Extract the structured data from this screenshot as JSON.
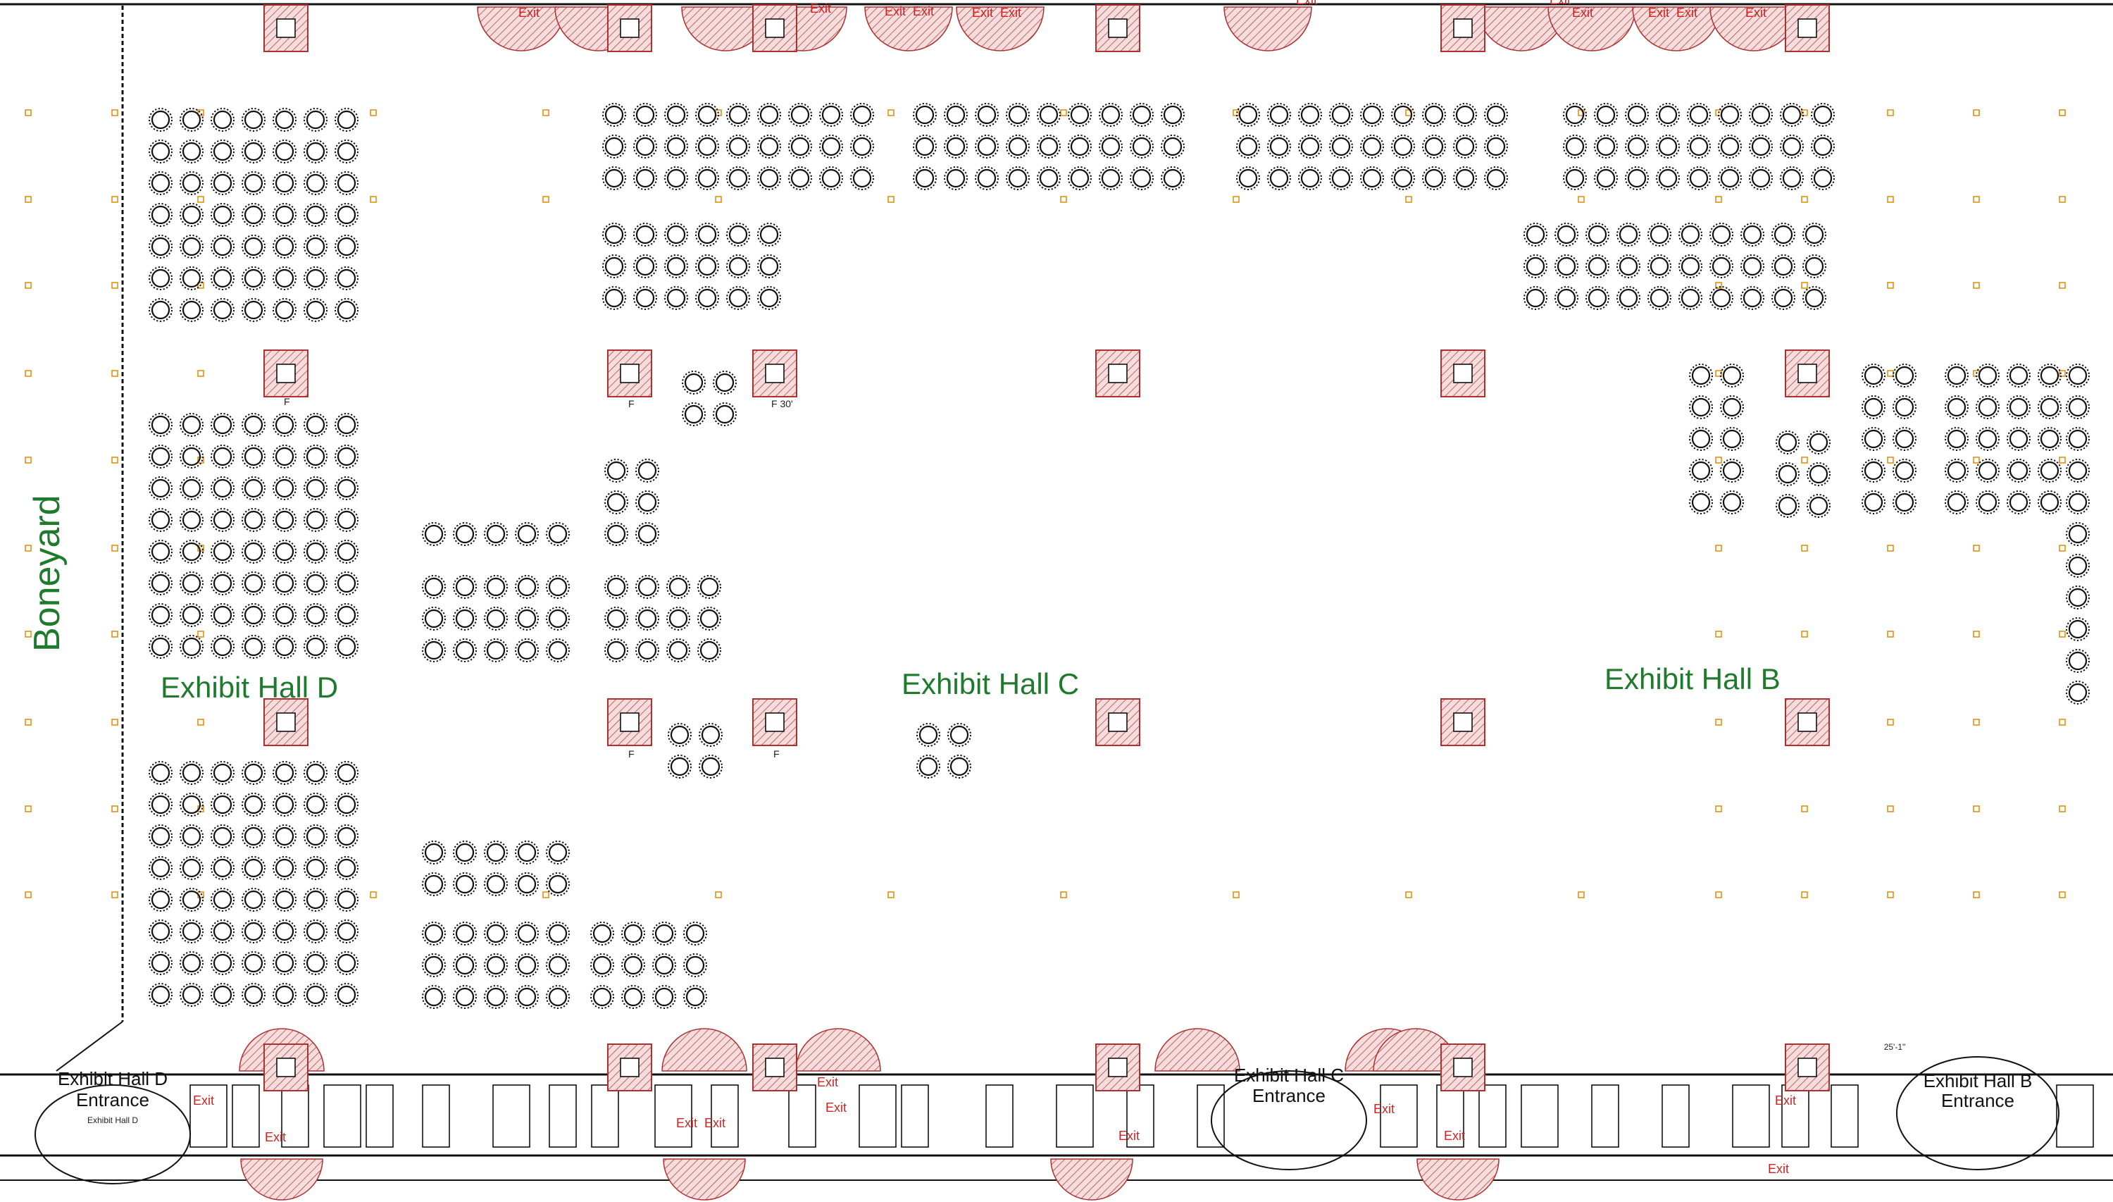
{
  "halls": [
    {
      "id": "hall-d",
      "label": "Exhibit Hall D"
    },
    {
      "id": "hall-c",
      "label": "Exhibit Hall C"
    },
    {
      "id": "hall-b",
      "label": "Exhibit Hall B"
    }
  ],
  "boneyard": {
    "label": "Boneyard"
  },
  "entrances": [
    {
      "id": "entrance-d",
      "line1": "Exhibit Hall D",
      "line2": "Entrance",
      "sign": "Exhibit Hall D"
    },
    {
      "id": "entrance-c",
      "line1": "Exhibit Hall C",
      "line2": "Entrance"
    },
    {
      "id": "entrance-b",
      "line1": "Exhibit Hall B",
      "line2": "Entrance"
    }
  ],
  "exit_label": "Exit",
  "column_tags": [
    "F",
    "F",
    "F 30'",
    "F",
    "F"
  ],
  "dimension_note": "25'-1\"",
  "colors": {
    "hall_label": "#1f7a2e",
    "exit": "#d22222",
    "column_fill": "#f4d6d6",
    "column_stroke": "#b03030",
    "line": "#111111",
    "grid_marker": "#e08a00"
  }
}
